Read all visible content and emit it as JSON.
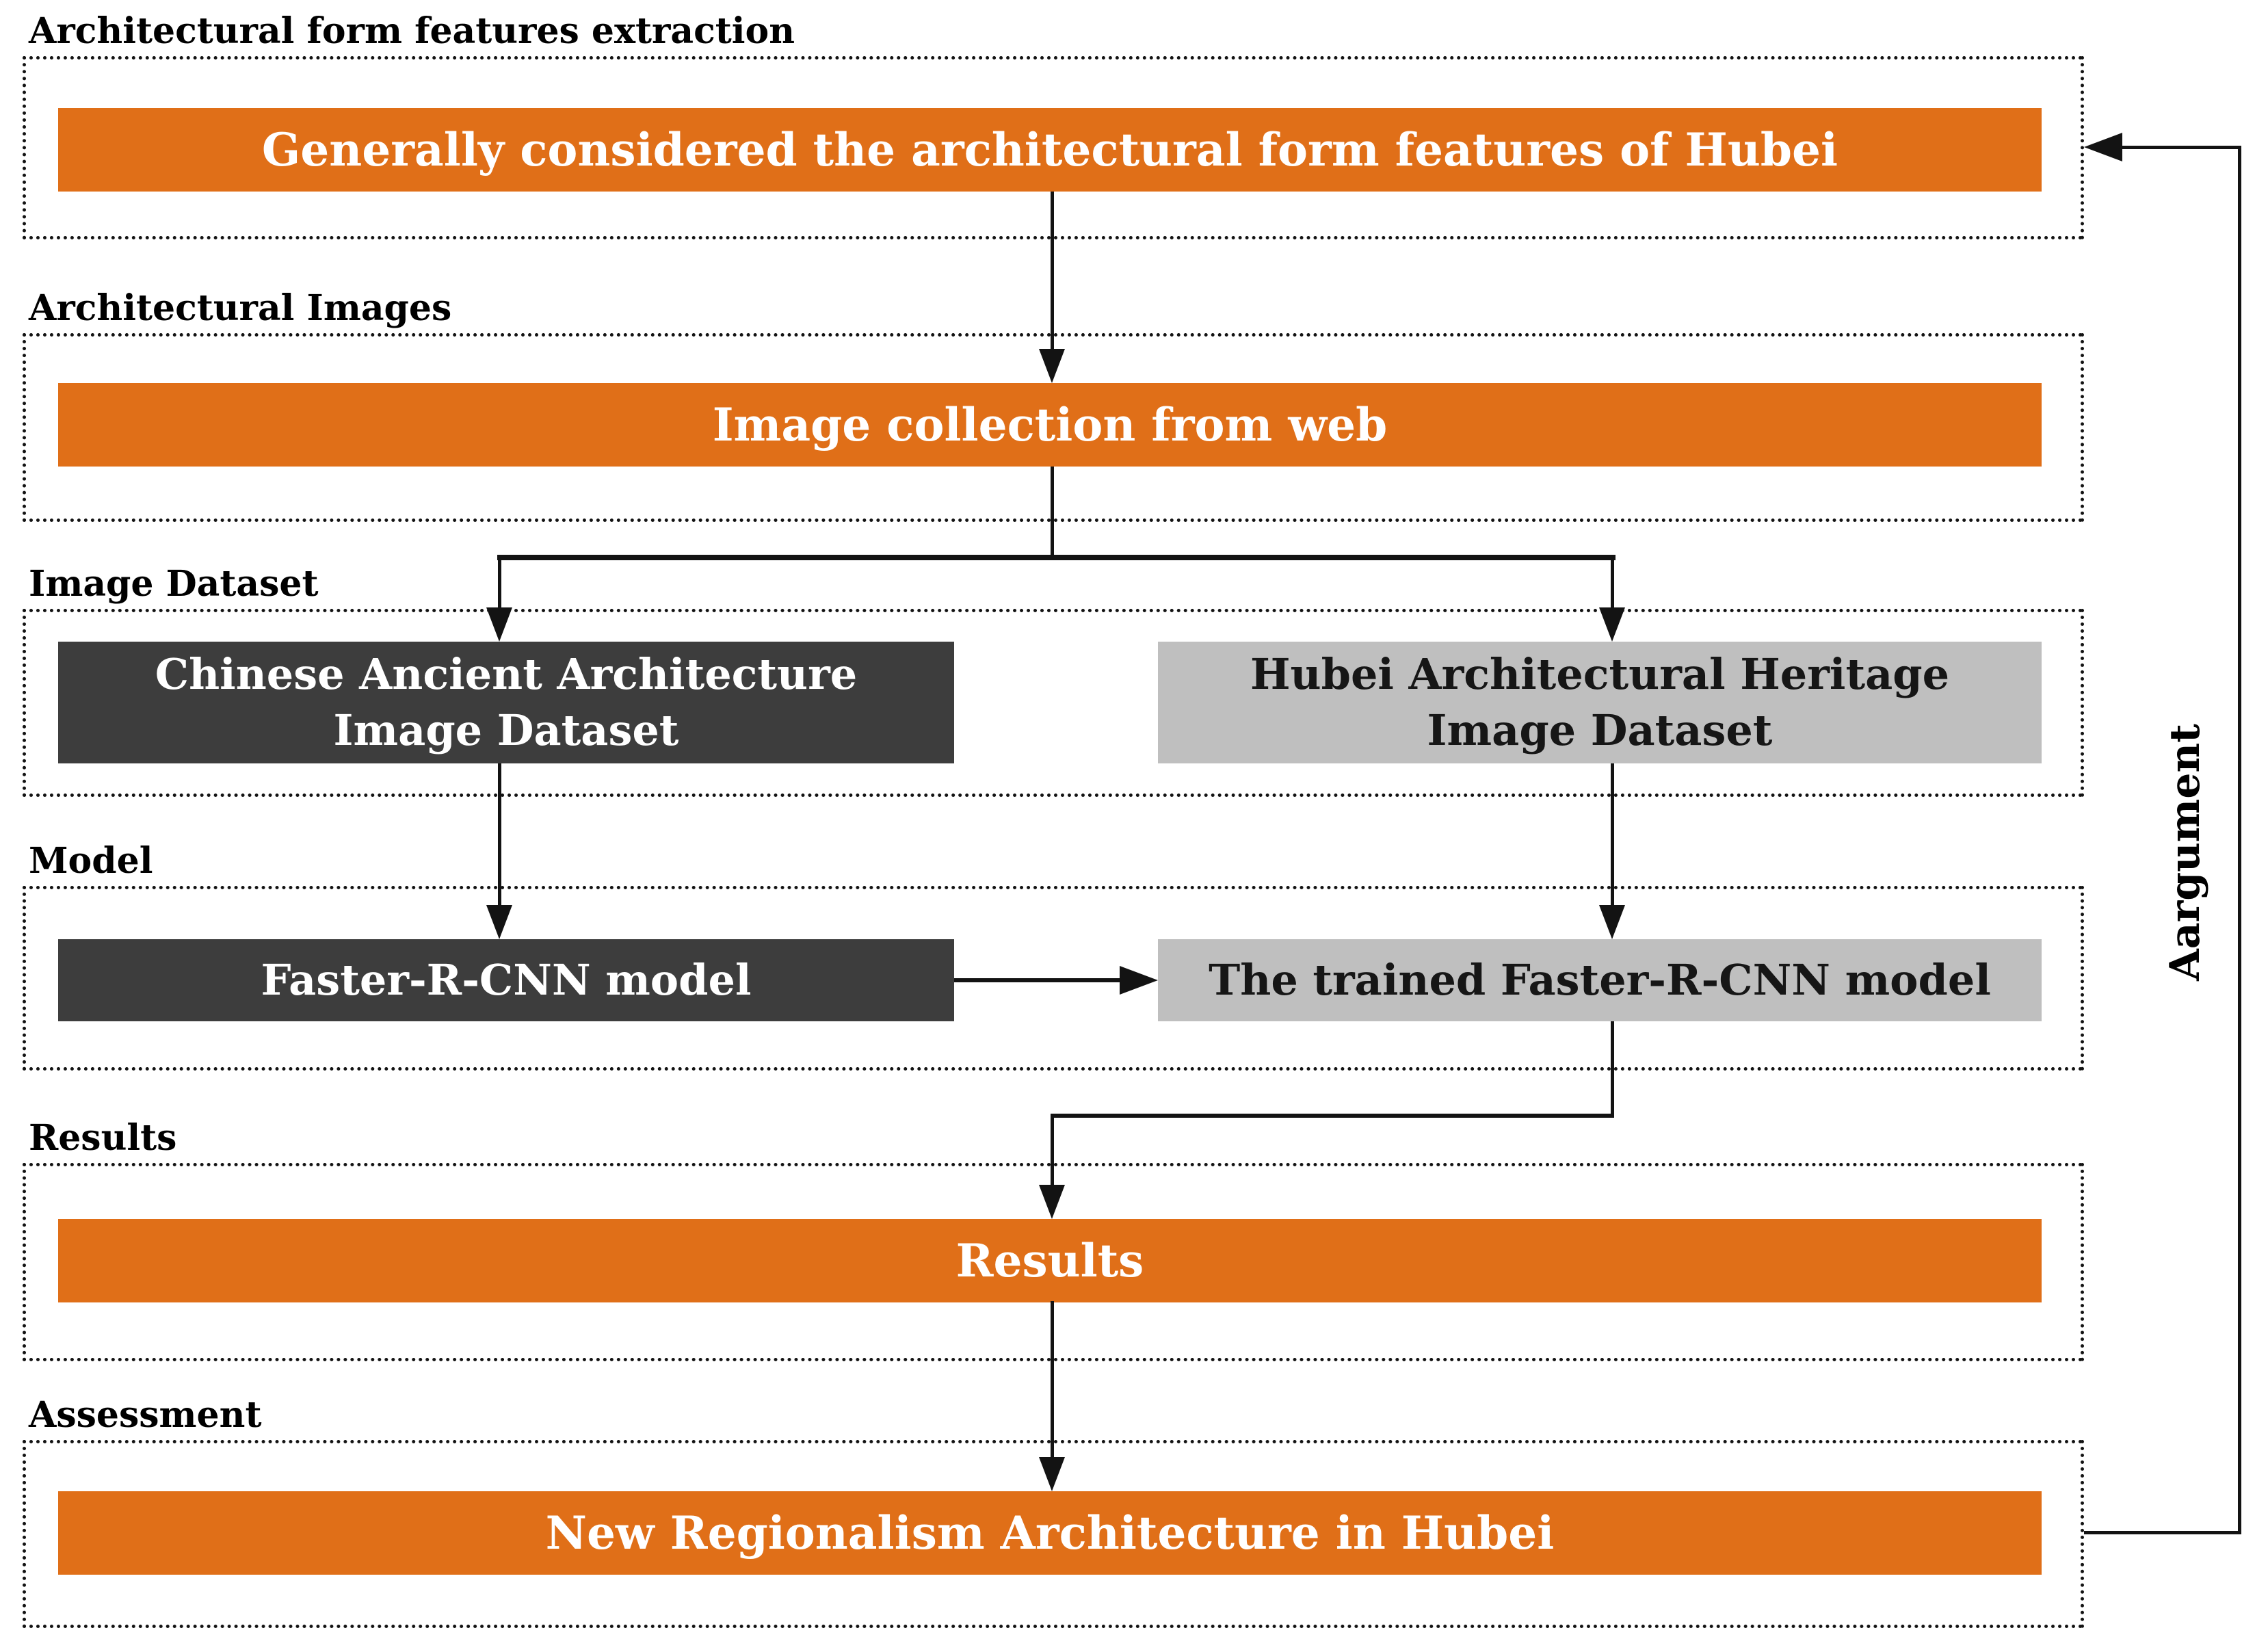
{
  "title": "Research workflow flowchart",
  "colors": {
    "accent_orange": "#E06F18",
    "dark_box": "#3D3D3D",
    "light_box": "#BFBFBF",
    "line": "#131313",
    "bar_text": "#FFFFFF"
  },
  "sections": {
    "extraction": {
      "label": "Architectural form features extraction",
      "bar": "Generally considered the architectural form features of Hubei"
    },
    "images": {
      "label": "Architectural Images",
      "bar": "Image collection from web"
    },
    "image_dataset": {
      "label": "Image Dataset",
      "left_box": "Chinese Ancient Architecture Image Dataset",
      "right_box": "Hubei Architectural Heritage Image Dataset"
    },
    "model": {
      "label": "Model",
      "left_box": "Faster-R-CNN model",
      "right_box": "The trained Faster-R-CNN model"
    },
    "results": {
      "label": "Results",
      "bar": "Results"
    },
    "assessment": {
      "label": "Assessment",
      "bar": "New Regionalism Architecture in Hubei"
    }
  },
  "feedback": {
    "label": "Aargument"
  }
}
